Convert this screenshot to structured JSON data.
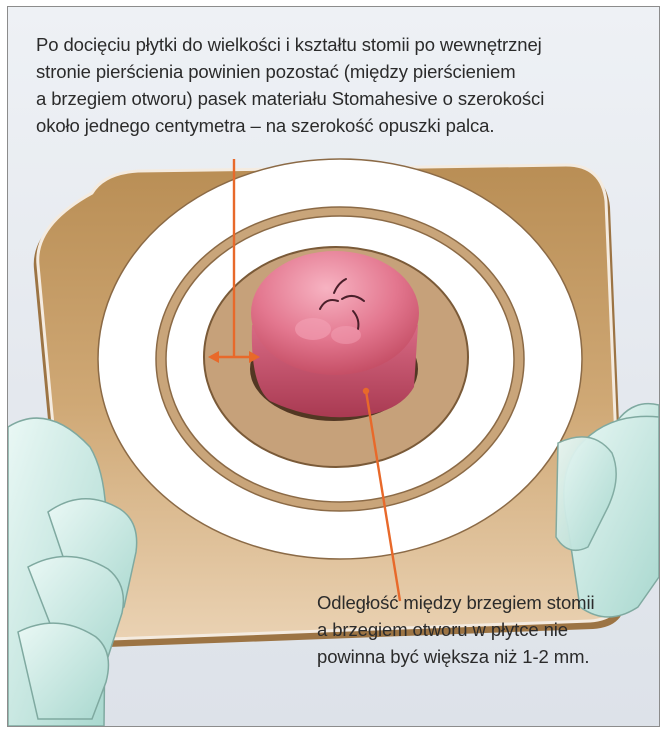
{
  "captions": {
    "top": [
      "Po docięciu płytki do wielkości i kształtu stomii po wewnętrznej",
      "stronie pierścienia powinien pozostać (między pierścieniem",
      "a brzegiem otworu) pasek materiału Stomahesive o szerokości",
      "około jednego centymetra – na szerokość opuszki palca."
    ],
    "bottom": [
      "Odległość między brzegiem stomii",
      "a brzegiem otworu w płytce nie",
      "powinna być większa niż 1-2 mm."
    ]
  },
  "colors": {
    "leader_line": "#e8692a",
    "wafer": "#c9a36c",
    "stoma": "#e06b86",
    "glove": "#c6eae3"
  }
}
